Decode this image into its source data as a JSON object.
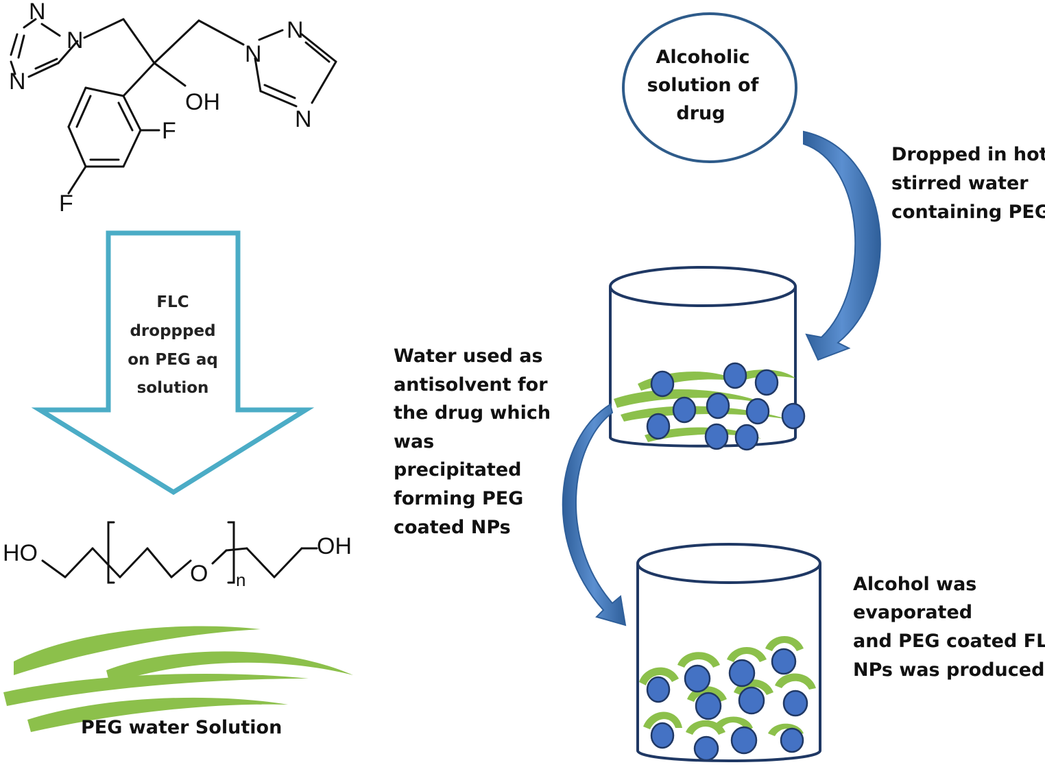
{
  "labels": {
    "alcoholic_solution": [
      "Alcoholic",
      "solution of",
      "drug"
    ],
    "dropped_hot_water": [
      "Dropped in hot",
      "stirred water",
      "containing PEG"
    ],
    "flc_dropped": [
      "FLC",
      "droppped",
      "on PEG aq",
      "solution"
    ],
    "water_antisolvent": [
      "Water used as",
      "antisolvent for",
      "the drug which",
      "was",
      "precipitated",
      "forming PEG",
      "coated NPs"
    ],
    "alcohol_evaporated": [
      "Alcohol was",
      "evaporated",
      "and PEG coated FLC",
      "NPs was produced"
    ],
    "peg_water_solution": "PEG water Solution"
  },
  "fluconazole_atoms": {
    "n": "N",
    "oh": "OH",
    "f": "F"
  },
  "peg_atoms": {
    "ho": "HO",
    "oh": "OH",
    "o": "O",
    "n": "n"
  },
  "colors": {
    "arrow_outline": "#4bacc6",
    "curved_arrow": "#3e6fa8",
    "beaker_outline": "#1f3864",
    "particle_fill": "#4472c4",
    "particle_stroke": "#203864",
    "peg_green": "#8cc04b",
    "circle_stroke": "#2e5b8a"
  }
}
